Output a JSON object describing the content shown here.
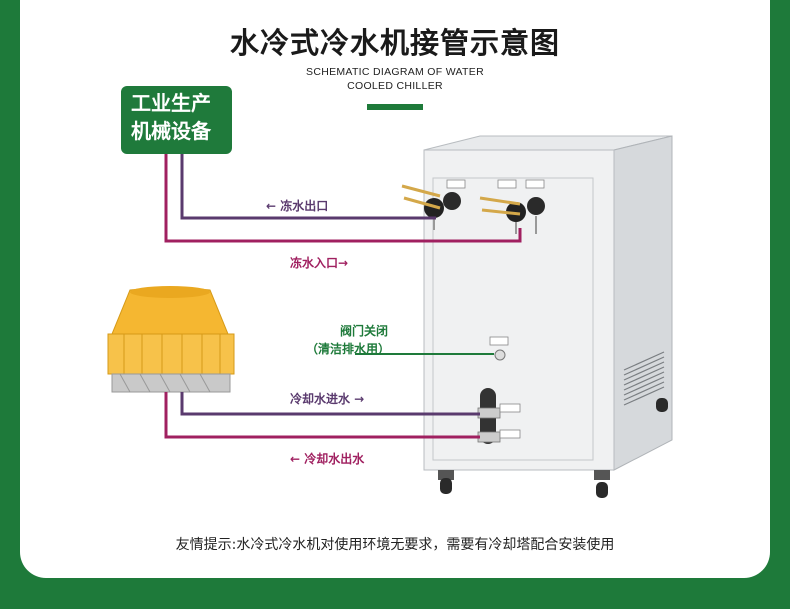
{
  "title": "水冷式冷水机接管示意图",
  "subtitle_line1": "SCHEMATIC DIAGRAM OF WATER",
  "subtitle_line2": "COOLED CHILLER",
  "equipment_box": {
    "line1": "工业生产",
    "line2": "机械设备"
  },
  "labels": {
    "chilled_out": "← 冻水出口",
    "chilled_in": "冻水入口→",
    "valve_line1": "阀门关闭",
    "valve_line2": "（清洁排水用）",
    "cooling_in": "冷却水进水 →",
    "cooling_out": "←  冷却水出水"
  },
  "footer": "友情提示:水冷式冷水机对使用环境无要求，需要有冷却塔配合安装使用",
  "colors": {
    "brand_green": "#1e7a3a",
    "chilled_out_pipe": "#5a3a6e",
    "chilled_in_pipe": "#a02060",
    "tower_yellow": "#f5b731"
  }
}
